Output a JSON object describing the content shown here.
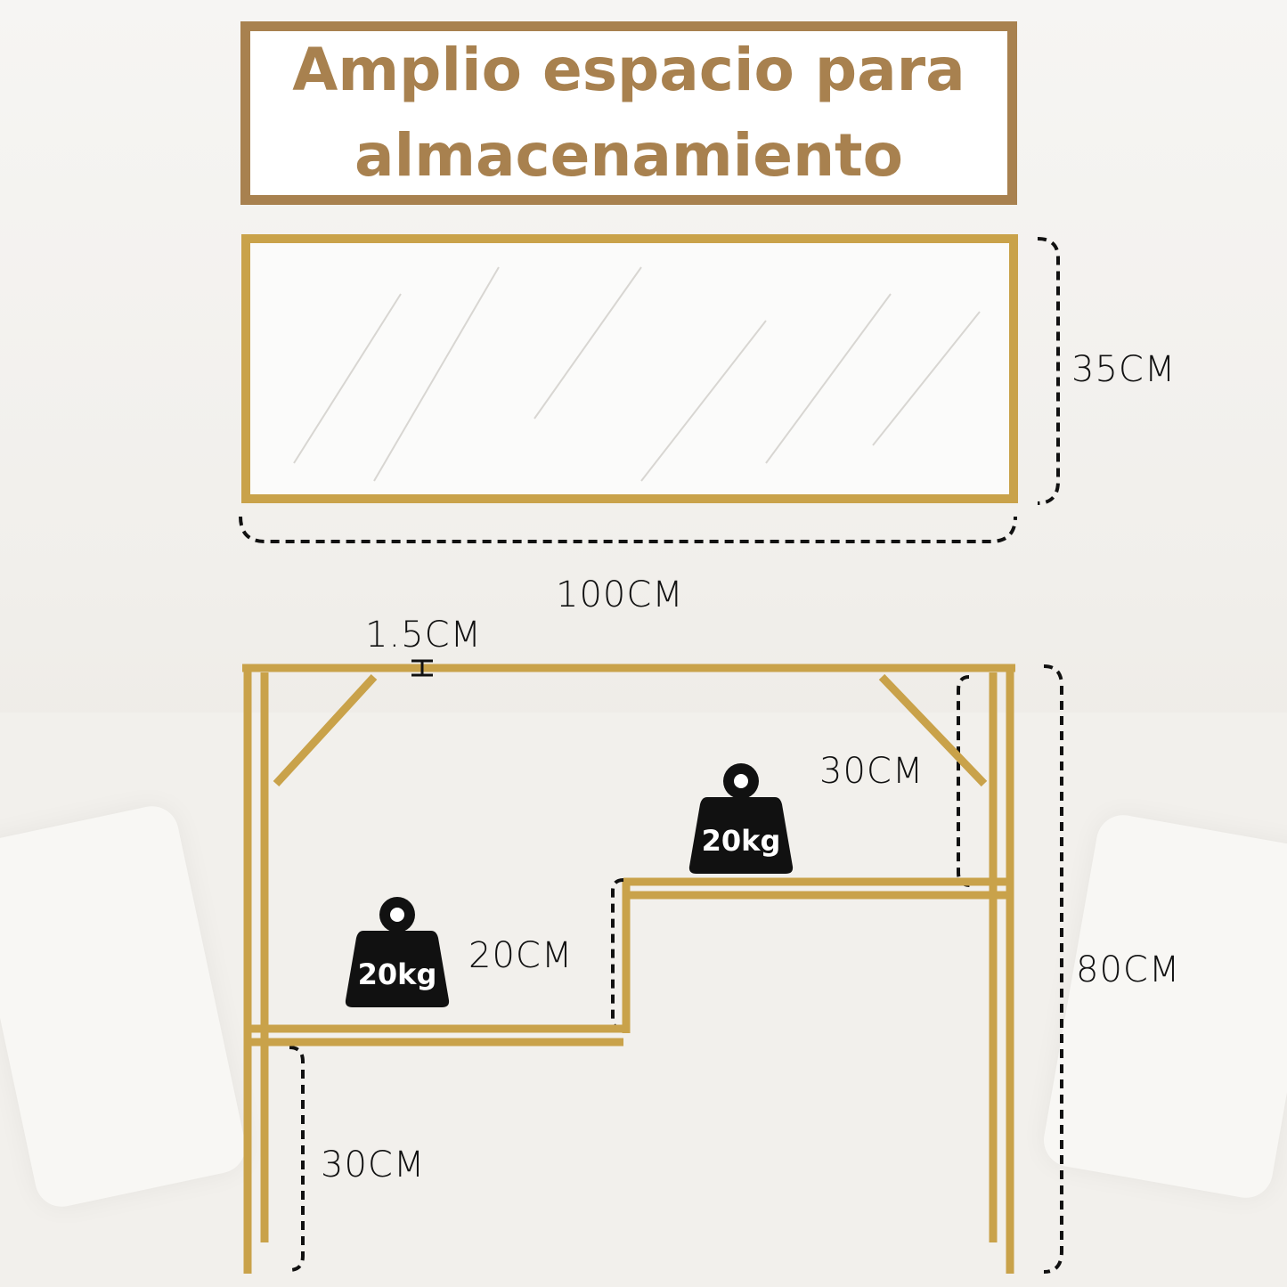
{
  "title": {
    "line1": "Amplio espacio para",
    "line2": "almacenamiento"
  },
  "dimensions": {
    "depth": "35CM",
    "width": "100CM",
    "frame_thickness": "1.5CM",
    "upper_gap": "30CM",
    "step_height": "20CM",
    "total_height": "80CM",
    "bottom_clearance": "30CM"
  },
  "weights": {
    "upper_shelf": "20kg",
    "lower_shelf": "20kg"
  },
  "colors": {
    "gold": "#c9a24a",
    "title": "#a8814f",
    "dash": "#111111"
  }
}
